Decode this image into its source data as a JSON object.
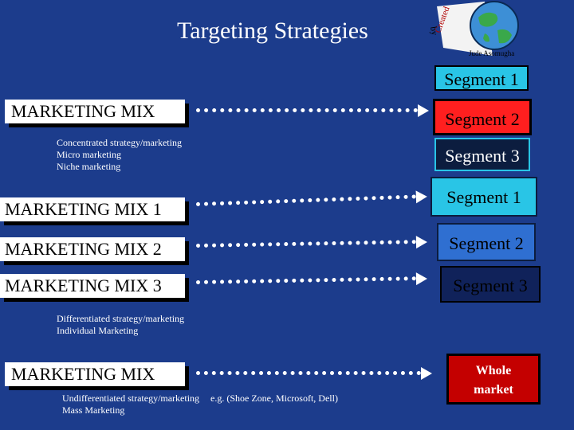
{
  "slide": {
    "title": "Targeting Strategies",
    "logo": {
      "text_created": "Created",
      "text_by": "by",
      "text_author": "Jude Asomugha"
    },
    "sections": {
      "concentrated": {
        "mix_label": "MARKETING MIX",
        "notes": [
          "Concentrated strategy/marketing",
          "Micro marketing",
          "Niche marketing"
        ],
        "segments": [
          "Segment 1",
          "Segment 2",
          "Segment 3"
        ]
      },
      "differentiated": {
        "mix_labels": [
          "MARKETING MIX 1",
          "MARKETING MIX 2",
          "MARKETING MIX 3"
        ],
        "notes": [
          "Differentiated strategy/marketing",
          "Individual Marketing"
        ],
        "segments": [
          "Segment 1",
          "Segment 2",
          "Segment 3"
        ]
      },
      "undifferentiated": {
        "mix_label": "MARKETING MIX",
        "notes": [
          "Undifferentiated strategy/marketing",
          "Mass Marketing"
        ],
        "example": "e.g. (Shoe Zone, Microsoft, Dell)",
        "target_lines": [
          "Whole",
          "market"
        ]
      }
    },
    "colors": {
      "background": "#1c3c8c",
      "segment_cyan": "#29c5e6",
      "segment_red": "#ff1f1f",
      "segment_dark": "#0c1d3f",
      "segment_blue": "#2f6fd1",
      "segment_darkblue": "#10225a",
      "whole_market_red": "#c40000"
    }
  }
}
